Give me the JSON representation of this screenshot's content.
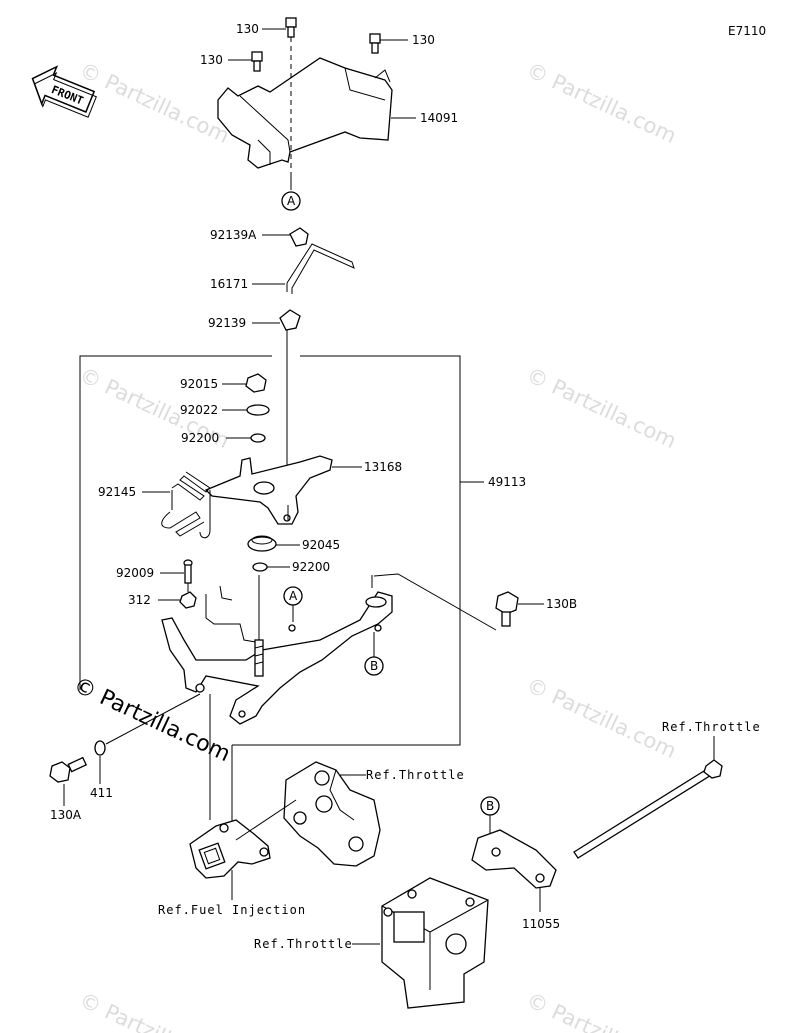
{
  "diagram_code": "E7110",
  "front_badge": "FRONT",
  "labels": {
    "p130_top": "130",
    "p130_left": "130",
    "p130_right": "130",
    "p14091": "14091",
    "ref_a_top": "A",
    "p92139a": "92139A",
    "p16171": "16171",
    "p92139": "92139",
    "p92015": "92015",
    "p92022": "92022",
    "p92200_top": "92200",
    "p13168": "13168",
    "p92145": "92145",
    "p49113": "49113",
    "p92045": "92045",
    "p92009": "92009",
    "p92200_mid": "92200",
    "ref_a_mid": "A",
    "p312": "312",
    "p130b": "130B",
    "ref_b_mid": "B",
    "p130a": "130A",
    "p411": "411",
    "ref_throttle_1": "Ref.Throttle",
    "ref_throttle_2": "Ref.Throttle",
    "ref_throttle_3": "Ref.Throttle",
    "ref_fuel": "Ref.Fuel Injection",
    "ref_b_low": "B",
    "p11055": "11055"
  },
  "watermarks": {
    "faint": "© Partzilla.com",
    "main": "© Partzilla.com"
  }
}
